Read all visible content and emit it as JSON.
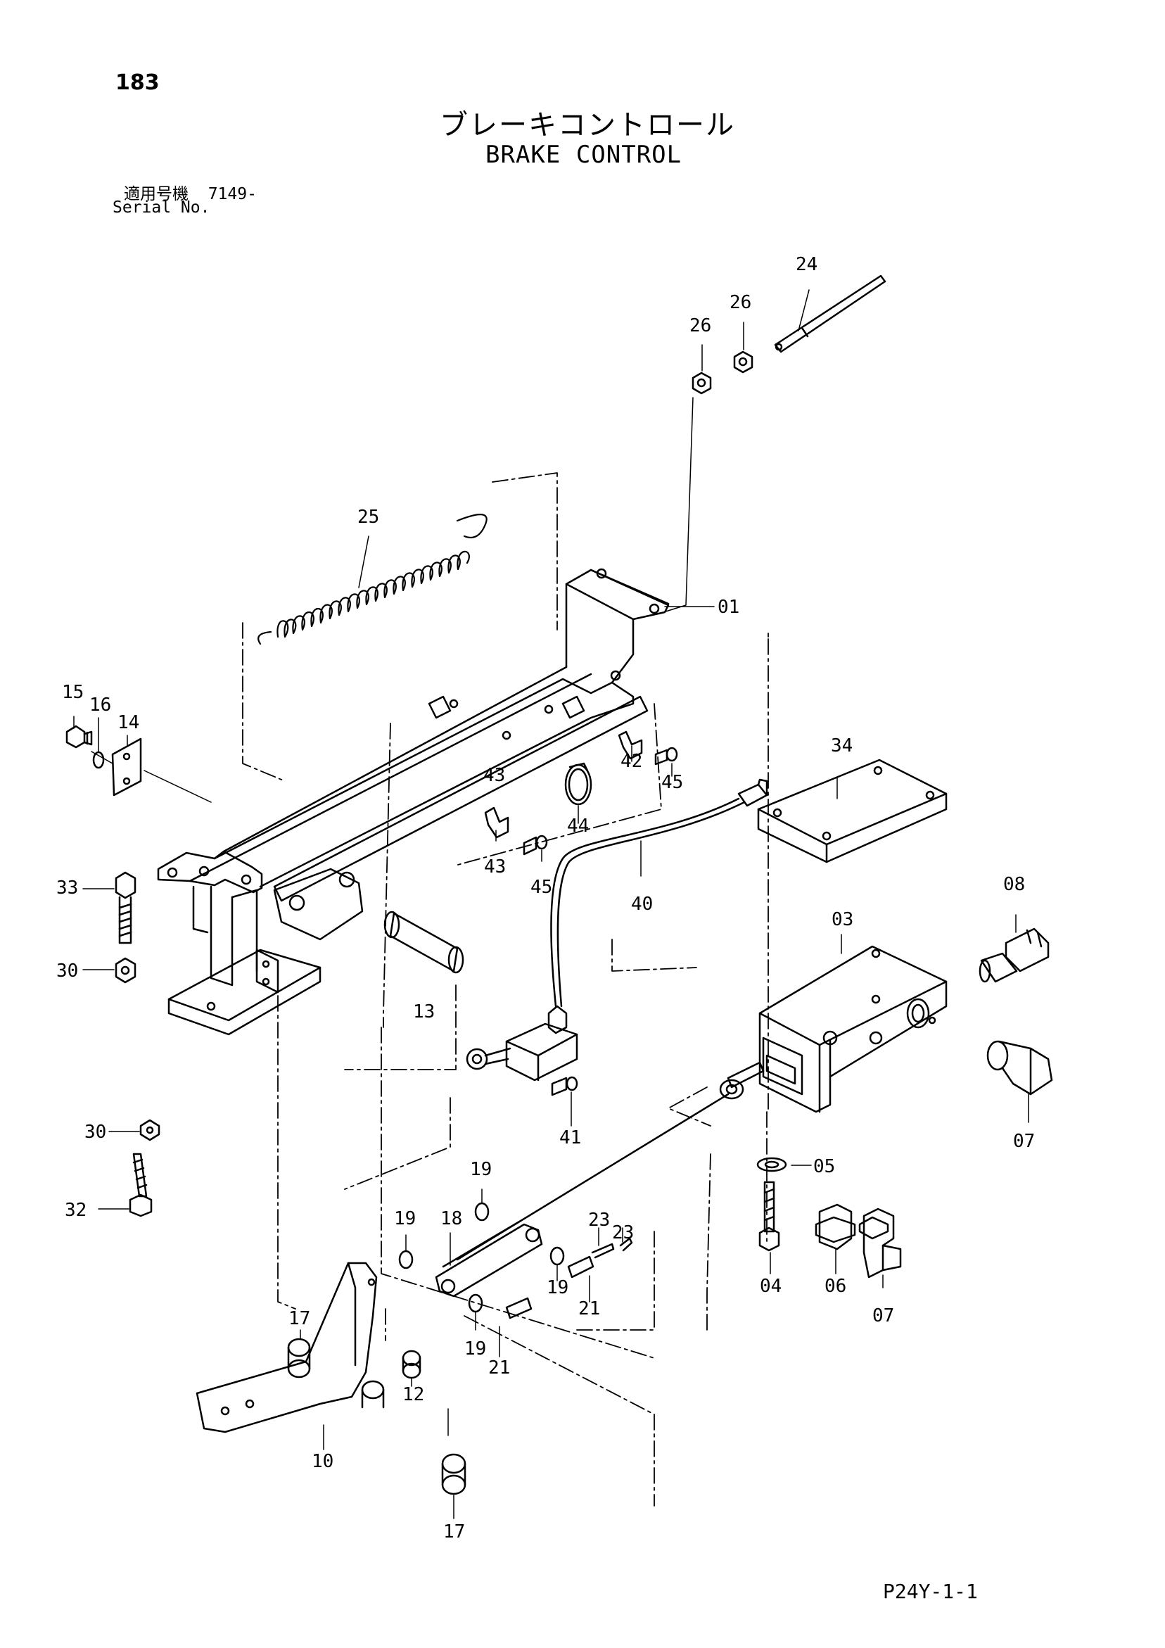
{
  "header": {
    "page_number": "183",
    "title_jp": "ブレーキコントロール",
    "title_en": "BRAKE CONTROL",
    "serial_label_jp": "適用号機",
    "serial_value": "7149-",
    "serial_label_en": "Serial No."
  },
  "footer": {
    "code": "P24Y-1-1"
  },
  "callouts": {
    "c01": "01",
    "c03": "03",
    "c04": "04",
    "c05": "05",
    "c06": "06",
    "c07a": "07",
    "c07b": "07",
    "c08": "08",
    "c10": "10",
    "c12": "12",
    "c13": "13",
    "c14": "14",
    "c15": "15",
    "c16": "16",
    "c17a": "17",
    "c17b": "17",
    "c18": "18",
    "c19a": "19",
    "c19b": "19",
    "c19c": "19",
    "c19d": "19",
    "c21a": "21",
    "c21b": "21",
    "c23a": "23",
    "c23b": "23",
    "c24": "24",
    "c25": "25",
    "c26a": "26",
    "c26b": "26",
    "c30a": "30",
    "c30b": "30",
    "c32": "32",
    "c33": "33",
    "c34": "34",
    "c40": "40",
    "c41": "41",
    "c42": "42",
    "c43": "43",
    "c44": "44",
    "c45a": "45",
    "c45b": "45"
  }
}
